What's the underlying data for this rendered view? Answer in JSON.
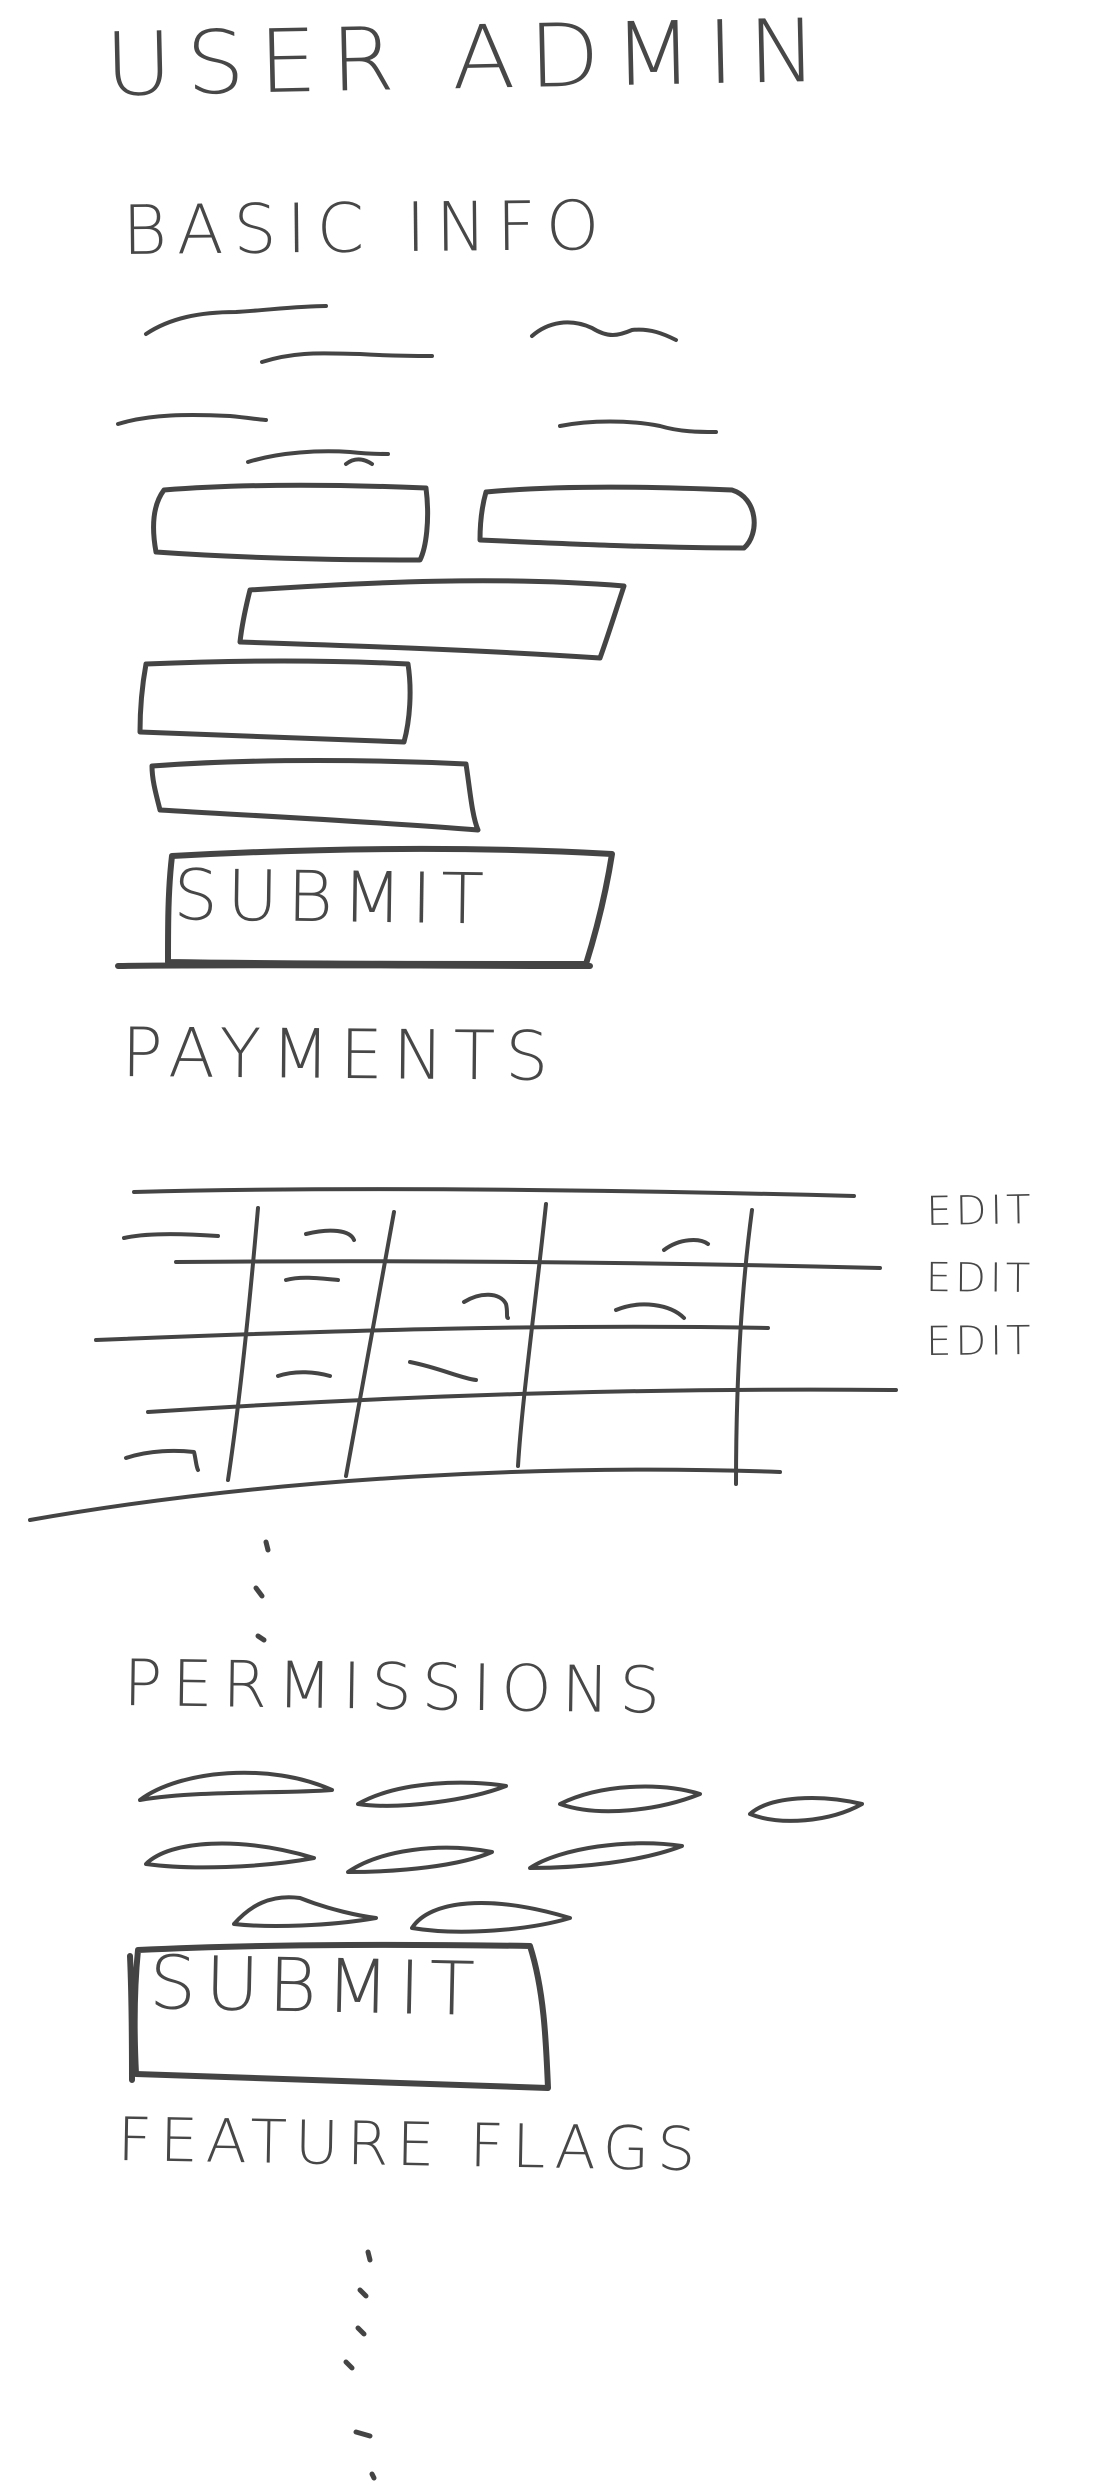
{
  "app": {
    "title": "USER ADMIN"
  },
  "basic_info": {
    "title": "BASIC INFO",
    "submit_label": "SUBMIT"
  },
  "payments": {
    "title": "PAYMENTS",
    "row_actions": [
      "EDIT",
      "EDIT",
      "EDIT"
    ]
  },
  "permissions": {
    "title": "PERMISSIONS",
    "submit_label": "SUBMIT"
  },
  "feature_flags": {
    "title": "FEATURE FLAGS"
  },
  "theme": {
    "ink": "#444444",
    "paper": "#ffffff"
  }
}
